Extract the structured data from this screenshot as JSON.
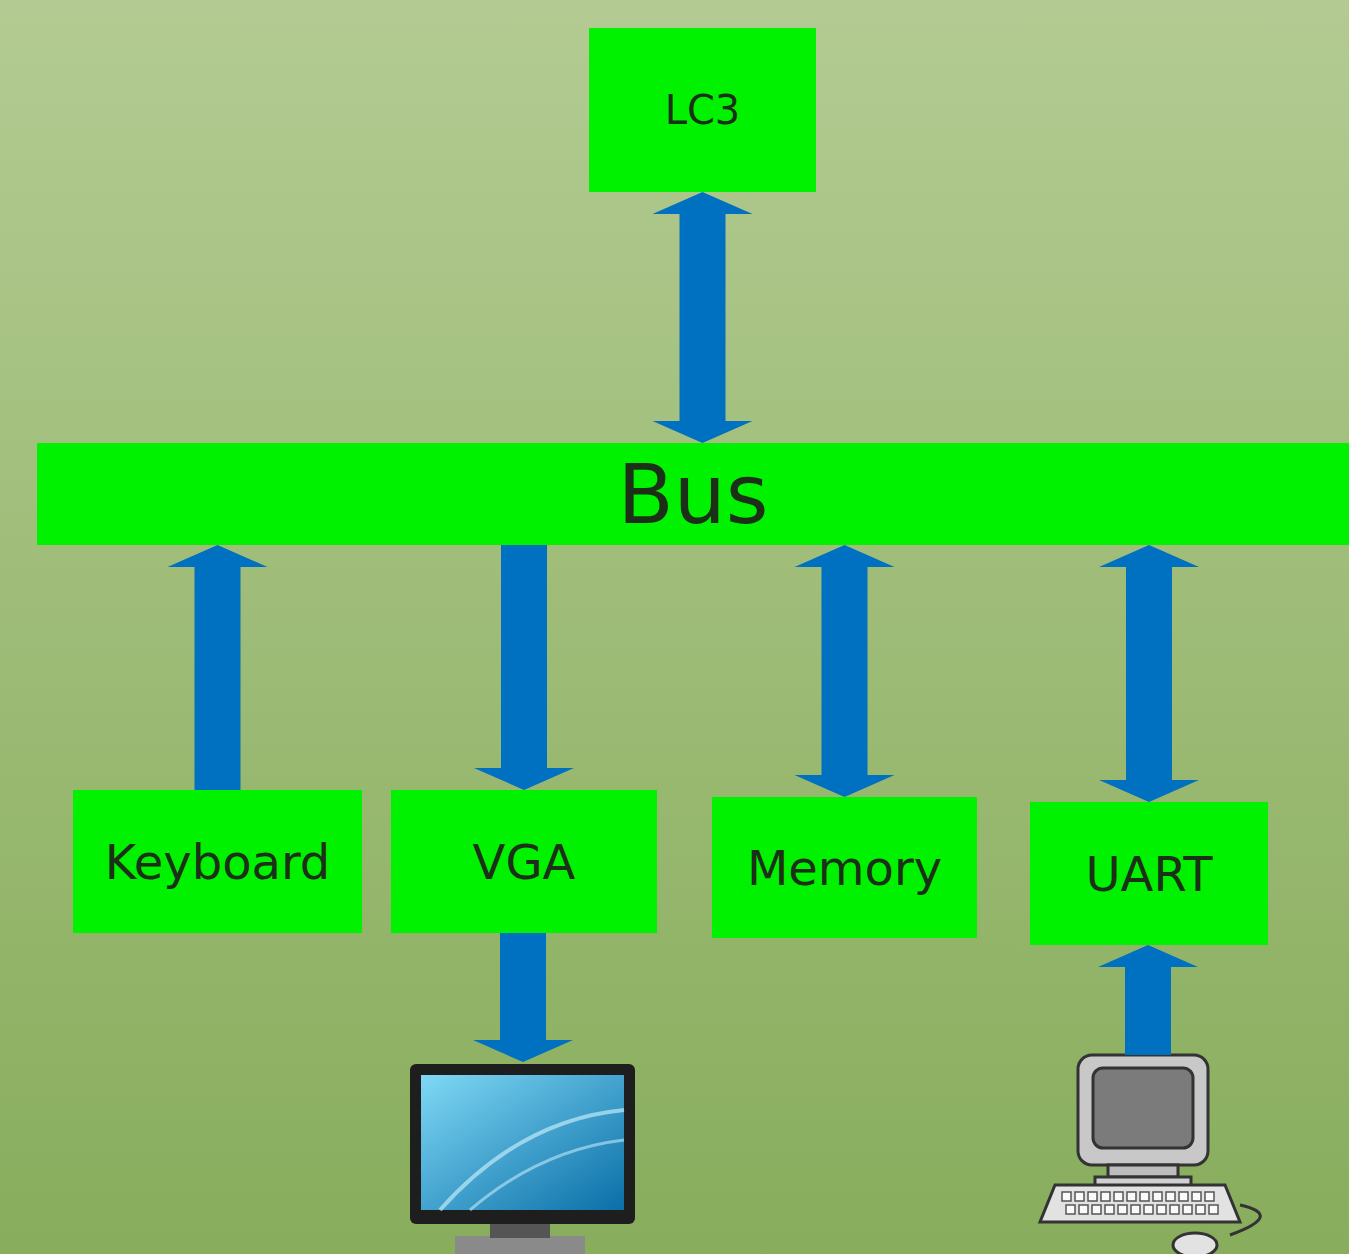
{
  "diagram": {
    "nodes": [
      {
        "text": [
          "LC3"
        ]
      },
      {
        "text": [
          "Bus"
        ]
      },
      {
        "text": [
          "Keyboard"
        ]
      },
      {
        "text": [
          "VGA"
        ]
      },
      {
        "text": [
          "Memory"
        ]
      },
      {
        "text": [
          "UART"
        ]
      }
    ],
    "edges": [
      {
        "from": 0,
        "to": 1,
        "arrow": "both"
      },
      {
        "from": 2,
        "to": 1,
        "arrow": "to"
      },
      {
        "from": 1,
        "to": 3,
        "arrow": "to"
      },
      {
        "from": 1,
        "to": 4,
        "arrow": "both"
      },
      {
        "from": 1,
        "to": 5,
        "arrow": "both"
      }
    ]
  }
}
